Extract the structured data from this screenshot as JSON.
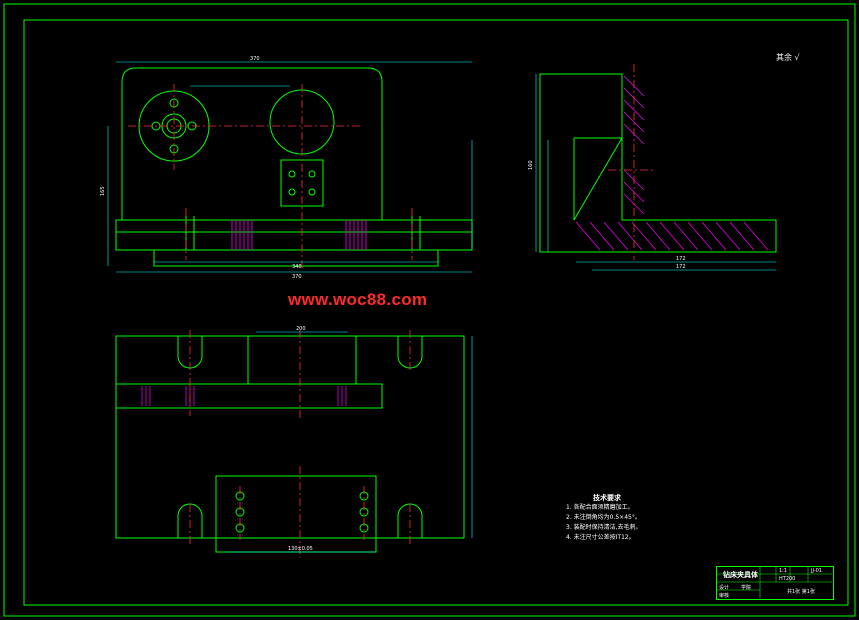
{
  "watermark": "www.woc88.com",
  "surface_finish": {
    "text": "其余",
    "symbol": "√"
  },
  "tech_requirements": {
    "title": "技术要求",
    "items": [
      "1. 各配合面须精磨加工。",
      "2. 未注倒角均为0.5×45°。",
      "3. 装配时保持清洁,去毛刺。",
      "4. 未注尺寸公差按IT12。"
    ]
  },
  "title_block": {
    "name": "钻床夹具体",
    "scale": "1:1",
    "material": "HT200",
    "designer": "设计",
    "checker": "审核",
    "sheet": "共1张 第1张",
    "school": "学院",
    "drawing_no": "JJ-01"
  },
  "dimensions": {
    "top_width": "370",
    "top_height": "165",
    "bottom_total": "370",
    "bottom_inner": "340",
    "side_width": "172",
    "side_width2": "172",
    "side_height": "160",
    "plan_slot": "200",
    "plan_offset": "130±0.05"
  },
  "colors": {
    "outline": "#00ff00",
    "center": "#ff3030",
    "hatch": "#ff00ff",
    "dim": "#00ffff",
    "text": "#ffffff",
    "hidden": "#ffff00"
  }
}
